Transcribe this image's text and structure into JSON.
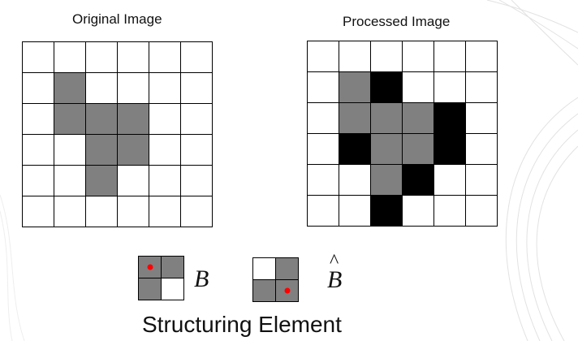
{
  "captions": {
    "original": "Original Image",
    "processed": "Processed Image"
  },
  "colors": {
    "gray": "#808080",
    "black": "#000000",
    "white": "#ffffff",
    "origin_dot": "#ff0000"
  },
  "original_grid": [
    [
      0,
      0,
      0,
      0,
      0,
      0
    ],
    [
      0,
      1,
      0,
      0,
      0,
      0
    ],
    [
      0,
      1,
      1,
      1,
      0,
      0
    ],
    [
      0,
      0,
      1,
      1,
      0,
      0
    ],
    [
      0,
      0,
      1,
      0,
      0,
      0
    ],
    [
      0,
      0,
      0,
      0,
      0,
      0
    ]
  ],
  "processed_grid": [
    [
      0,
      0,
      0,
      0,
      0,
      0
    ],
    [
      0,
      1,
      2,
      0,
      0,
      0
    ],
    [
      0,
      1,
      1,
      1,
      2,
      0
    ],
    [
      0,
      2,
      1,
      1,
      2,
      0
    ],
    [
      0,
      0,
      1,
      2,
      0,
      0
    ],
    [
      0,
      0,
      2,
      0,
      0,
      0
    ]
  ],
  "structuring_elements": [
    {
      "symbol": "B",
      "cells": [
        [
          1,
          1
        ],
        [
          1,
          0
        ]
      ],
      "origin": [
        0,
        0
      ]
    },
    {
      "symbol": "B",
      "hat": "^",
      "cells": [
        [
          0,
          1
        ],
        [
          1,
          1
        ]
      ],
      "origin": [
        1,
        1
      ]
    }
  ],
  "structuring_title": "Structuring Element"
}
